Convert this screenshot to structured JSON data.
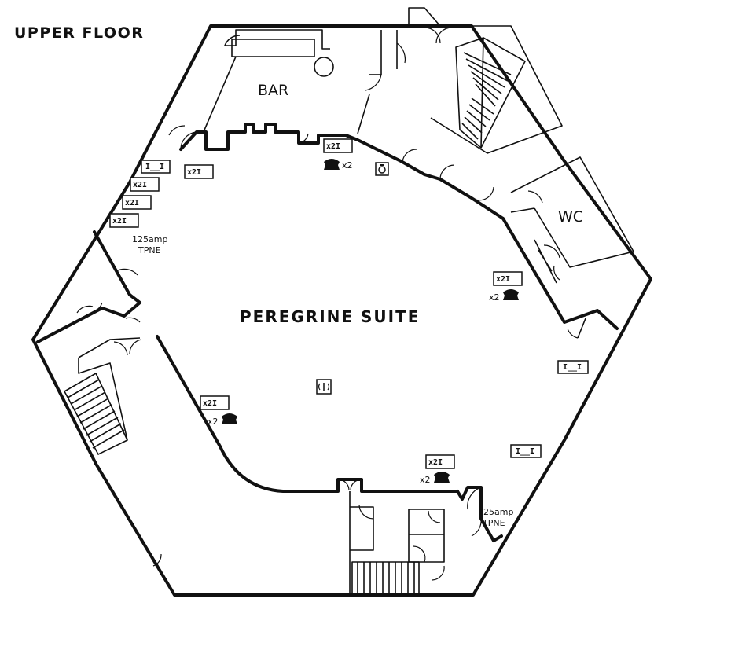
{
  "floor_title": "UPPER FLOOR",
  "rooms": {
    "bar": "BAR",
    "wc": "WC",
    "main": "PEREGRINE SUITE"
  },
  "annotations": {
    "tpne_left_1": "125amp",
    "tpne_left_2": "TPNE",
    "tpne_right_1": "125amp",
    "tpne_right_2": "TPNE",
    "phone_qty": "x2"
  },
  "icons": {
    "socket_single": "socket-icon",
    "socket_double": "double-socket-icon",
    "telephone": "telephone-icon",
    "camera": "camera-icon",
    "wifi": "wireless-icon"
  },
  "colors": {
    "line": "#111111",
    "background": "#ffffff"
  }
}
